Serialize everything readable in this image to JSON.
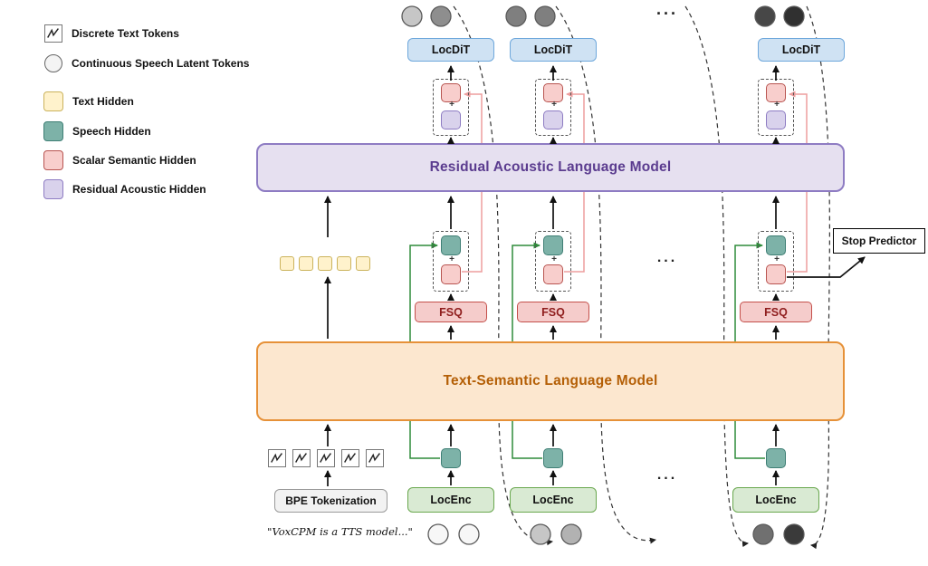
{
  "legend": {
    "items": [
      {
        "label": "Discrete Text Tokens"
      },
      {
        "label": "Continuous Speech Latent Tokens"
      },
      {
        "label": "Text Hidden",
        "color": "#fff2cc"
      },
      {
        "label": "Speech Hidden",
        "color": "#7db2a8"
      },
      {
        "label": "Scalar Semantic Hidden",
        "color": "#f8cecc"
      },
      {
        "label": "Residual Acoustic Hidden",
        "color": "#d9d2ec"
      }
    ]
  },
  "blocks": {
    "residual_lm": "Residual Acoustic Language Model",
    "text_semantic_lm": "Text-Semantic Language Model",
    "locdit": "LocDiT",
    "locenc": "LocEnc",
    "fsq": "FSQ",
    "bpe": "BPE Tokenization",
    "stop_predictor": "Stop Predictor"
  },
  "labels": {
    "plus": "+",
    "ellipsis": "...",
    "input_text": "\"VoxCPM is a TTS model...\""
  },
  "token_colors": {
    "top": [
      [
        "#c6c6c6",
        "#8e8e8e"
      ],
      [
        "#7f7f7f",
        "#7f7f7f"
      ],
      [
        "#474747",
        "#303030"
      ]
    ],
    "bottom": [
      [
        "#f7f7f7",
        "#f7f7f7"
      ],
      [
        "#c6c6c6",
        "#b2b2b2"
      ],
      [
        "#707070",
        "#3a3a3a"
      ]
    ]
  },
  "line_colors": {
    "speech_skip": "#2e8b3a",
    "semantic_skip": "#ed9d9d",
    "arrow": "#111111"
  }
}
